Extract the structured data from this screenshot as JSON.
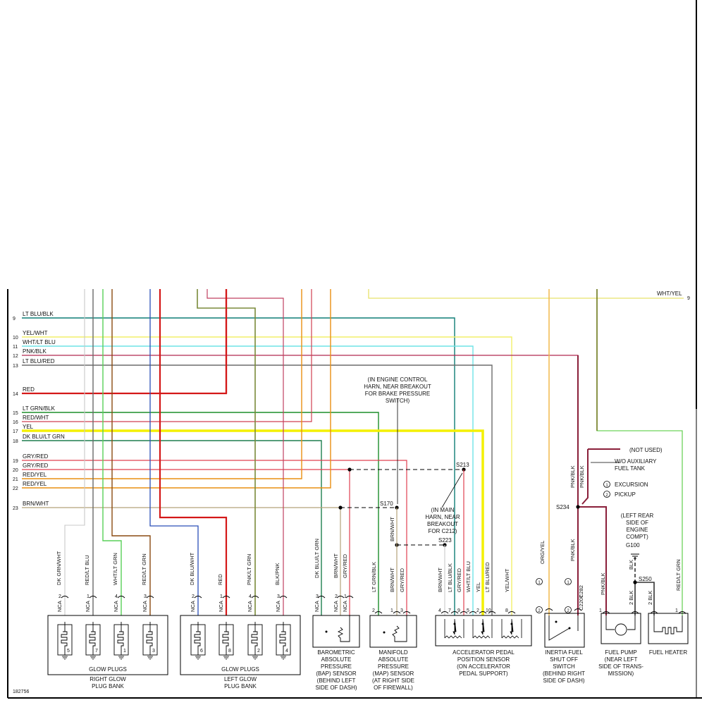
{
  "diagram_id": "182756",
  "colors": {
    "lt_blu_blk": "#0f7d76",
    "yel_wht": "#f2ef6a",
    "wht_lt_blu": "#6fe3e6",
    "pnk_blk": "#b0284f",
    "lt_blu_red": "#6d6d6d",
    "red": "#d41818",
    "lt_grn_blk": "#1c8d2a",
    "red_wht": "#d04050",
    "yel": "#f4f000",
    "dk_blu_lt_grn": "#1e7f4f",
    "gry_red": "#e04050",
    "red_yel": "#e98f12",
    "red_yel2": "#e98f12",
    "brn_wht": "#b5a27a",
    "wht_yel": "#e8e26a",
    "org_yel": "#f2b84b",
    "red_lt_grn": "#6dd35a",
    "dk_grn_wht": "#c8c8c8",
    "red_lt_blu": "#6a6a6a",
    "wht_lt_grn": "#58d058",
    "red_lt_grn_glow": "#8a4a10",
    "dk_blu_wht": "#2a4fb8",
    "pnk_lt_grn": "#7a8a3a",
    "blk_pnk": "#c04060",
    "blk": "#333333",
    "pnk_blk_dark": "#8a1f3a"
  },
  "left_wires": [
    {
      "num": "9",
      "label": "LT BLU/BLK"
    },
    {
      "num": "10",
      "label": "YEL/WHT"
    },
    {
      "num": "11",
      "label": "WHT/LT BLU"
    },
    {
      "num": "12",
      "label": "PNK/BLK"
    },
    {
      "num": "13",
      "label": "LT BLU/RED"
    },
    {
      "num": "14",
      "label": "RED"
    },
    {
      "num": "15",
      "label": "LT GRN/BLK"
    },
    {
      "num": "16",
      "label": "RED/WHT"
    },
    {
      "num": "17",
      "label": "YEL"
    },
    {
      "num": "18",
      "label": "DK BLU/LT GRN"
    },
    {
      "num": "19",
      "label": "GRY/RED"
    },
    {
      "num": "20",
      "label": "GRY/RED"
    },
    {
      "num": "21",
      "label": "RED/YEL"
    },
    {
      "num": "22",
      "label": "RED/YEL"
    },
    {
      "num": "23",
      "label": "BRN/WHT"
    }
  ],
  "right_wire": {
    "num": "9",
    "label": "WHT/YEL"
  },
  "notes": {
    "engine_control_harn": [
      "(IN ENGINE CONTROL",
      "HARN, NEAR BREAKOUT",
      "FOR BRAKE PRESSURE",
      "SWITCH)"
    ],
    "main_harn": [
      "(IN MAIN",
      "HARN, NEAR",
      "BREAKOUT",
      "FOR C212)"
    ],
    "not_used": "(NOT USED)",
    "wo_aux": [
      "W/O AUXILIARY",
      "FUEL TANK"
    ],
    "legend_1": "EXCURSION",
    "legend_2": "PICKUP",
    "legend_1_mark": "1",
    "legend_2_mark": "2",
    "left_rear": [
      "(LEFT REAR",
      "SIDE OF",
      "ENGINE",
      "COMPT)"
    ]
  },
  "splices": {
    "s213": "S213",
    "s170": "S170",
    "s223": "S223",
    "s234": "S234",
    "s250": "S250",
    "g100": "G100"
  },
  "right_glow_bank": {
    "wires": [
      {
        "label": "DK GRN/WHT",
        "pin": "2",
        "conn": "NCA",
        "cyl": "5"
      },
      {
        "label": "RED/LT BLU",
        "pin": "1",
        "conn": "NCA",
        "cyl": "7"
      },
      {
        "label": "WHT/LT GRN",
        "pin": "4",
        "conn": "NCA",
        "cyl": "1"
      },
      {
        "label": "RED/LT GRN",
        "pin": "3",
        "conn": "NCA",
        "cyl": "3"
      }
    ],
    "group_label": "GLOW PLUGS",
    "caption": [
      "RIGHT GLOW",
      "PLUG BANK"
    ]
  },
  "left_glow_bank": {
    "wires": [
      {
        "label": "DK BLU/WHT",
        "pin": "2",
        "conn": "NCA",
        "cyl": "6"
      },
      {
        "label": "RED",
        "pin": "1",
        "conn": "NCA",
        "cyl": "8"
      },
      {
        "label": "PNK/LT GRN",
        "pin": "4",
        "conn": "NCA",
        "cyl": "2"
      },
      {
        "label": "BLK/PNK",
        "pin": "3",
        "conn": "NCA",
        "cyl": "4"
      }
    ],
    "group_label": "GLOW PLUGS",
    "caption": [
      "LEFT GLOW",
      "PLUG BANK"
    ]
  },
  "bap_sensor": {
    "wires": [
      {
        "label": "DK BLU/LT GRN",
        "pin": "3",
        "conn": "NCA"
      },
      {
        "label": "BRN/WHT",
        "pin": "2",
        "conn": "NCA"
      },
      {
        "label": "GRY/RED",
        "pin": "1",
        "conn": "NCA"
      }
    ],
    "caption": [
      "BAROMETRIC",
      "ABSOLUTE",
      "PRESSURE",
      "(BAP) SENSOR",
      "(BEHIND LEFT",
      "SIDE OF DASH)"
    ]
  },
  "map_sensor": {
    "wires": [
      {
        "label": "LT GRN/BLK",
        "pin": "2"
      },
      {
        "label": "BRN/WHT",
        "pin": "1"
      },
      {
        "label": "GRY/RED",
        "pin": "3"
      }
    ],
    "top_label": "BRN/WHT",
    "caption": [
      "MANIFOLD",
      "ABSOLUTE",
      "PRESSURE",
      "(MAP) SENSOR",
      "(AT RIGHT SIDE",
      "OF FIREWALL)"
    ]
  },
  "app_sensor": {
    "wires": [
      {
        "label": "BRN/WHT",
        "pin": "4"
      },
      {
        "label": "LT BLU/BLK",
        "pin": "7"
      },
      {
        "label": "GRY/RED",
        "pin": "9"
      },
      {
        "label": "WHT/LT BLU",
        "pin": "5"
      },
      {
        "label": "YEL",
        "pin": "2"
      },
      {
        "label": "LT BLU/RED",
        "pin": "10"
      },
      {
        "label": "YEL/WHT",
        "pin": "8"
      }
    ],
    "caption": [
      "ACCELERATOR PEDAL",
      "POSITION SENSOR",
      "(ON ACCELERATOR",
      "PEDAL SUPPORT)"
    ]
  },
  "inertia_switch": {
    "wires": [
      {
        "label": "ORG/YEL"
      },
      {
        "label": "PNK/BLK"
      }
    ],
    "upper_labels": [
      "PNK/BLK",
      "PNK/BLK"
    ],
    "conn_c282": "C282",
    "conn_c2207": "C2207",
    "caption": [
      "INERTIA FUEL",
      "SHUT OFF",
      "SWITCH",
      "(BEHIND RIGHT",
      "SIDE OF DASH)"
    ]
  },
  "fuel_pump": {
    "wires": [
      {
        "label": "PNK/BLK",
        "pin": "1"
      },
      {
        "label": "BLK",
        "pin": "2"
      }
    ],
    "ground_label": "BLK",
    "motor": "M",
    "caption": [
      "FUEL PUMP",
      "(NEAR LEFT",
      "SIDE OF TRANS-",
      "MISSION)"
    ]
  },
  "fuel_heater": {
    "wires": [
      {
        "label": "BLK",
        "pin": "2"
      },
      {
        "label": "RED/LT GRN",
        "pin": "1"
      }
    ],
    "caption": [
      "FUEL HEATER"
    ]
  }
}
